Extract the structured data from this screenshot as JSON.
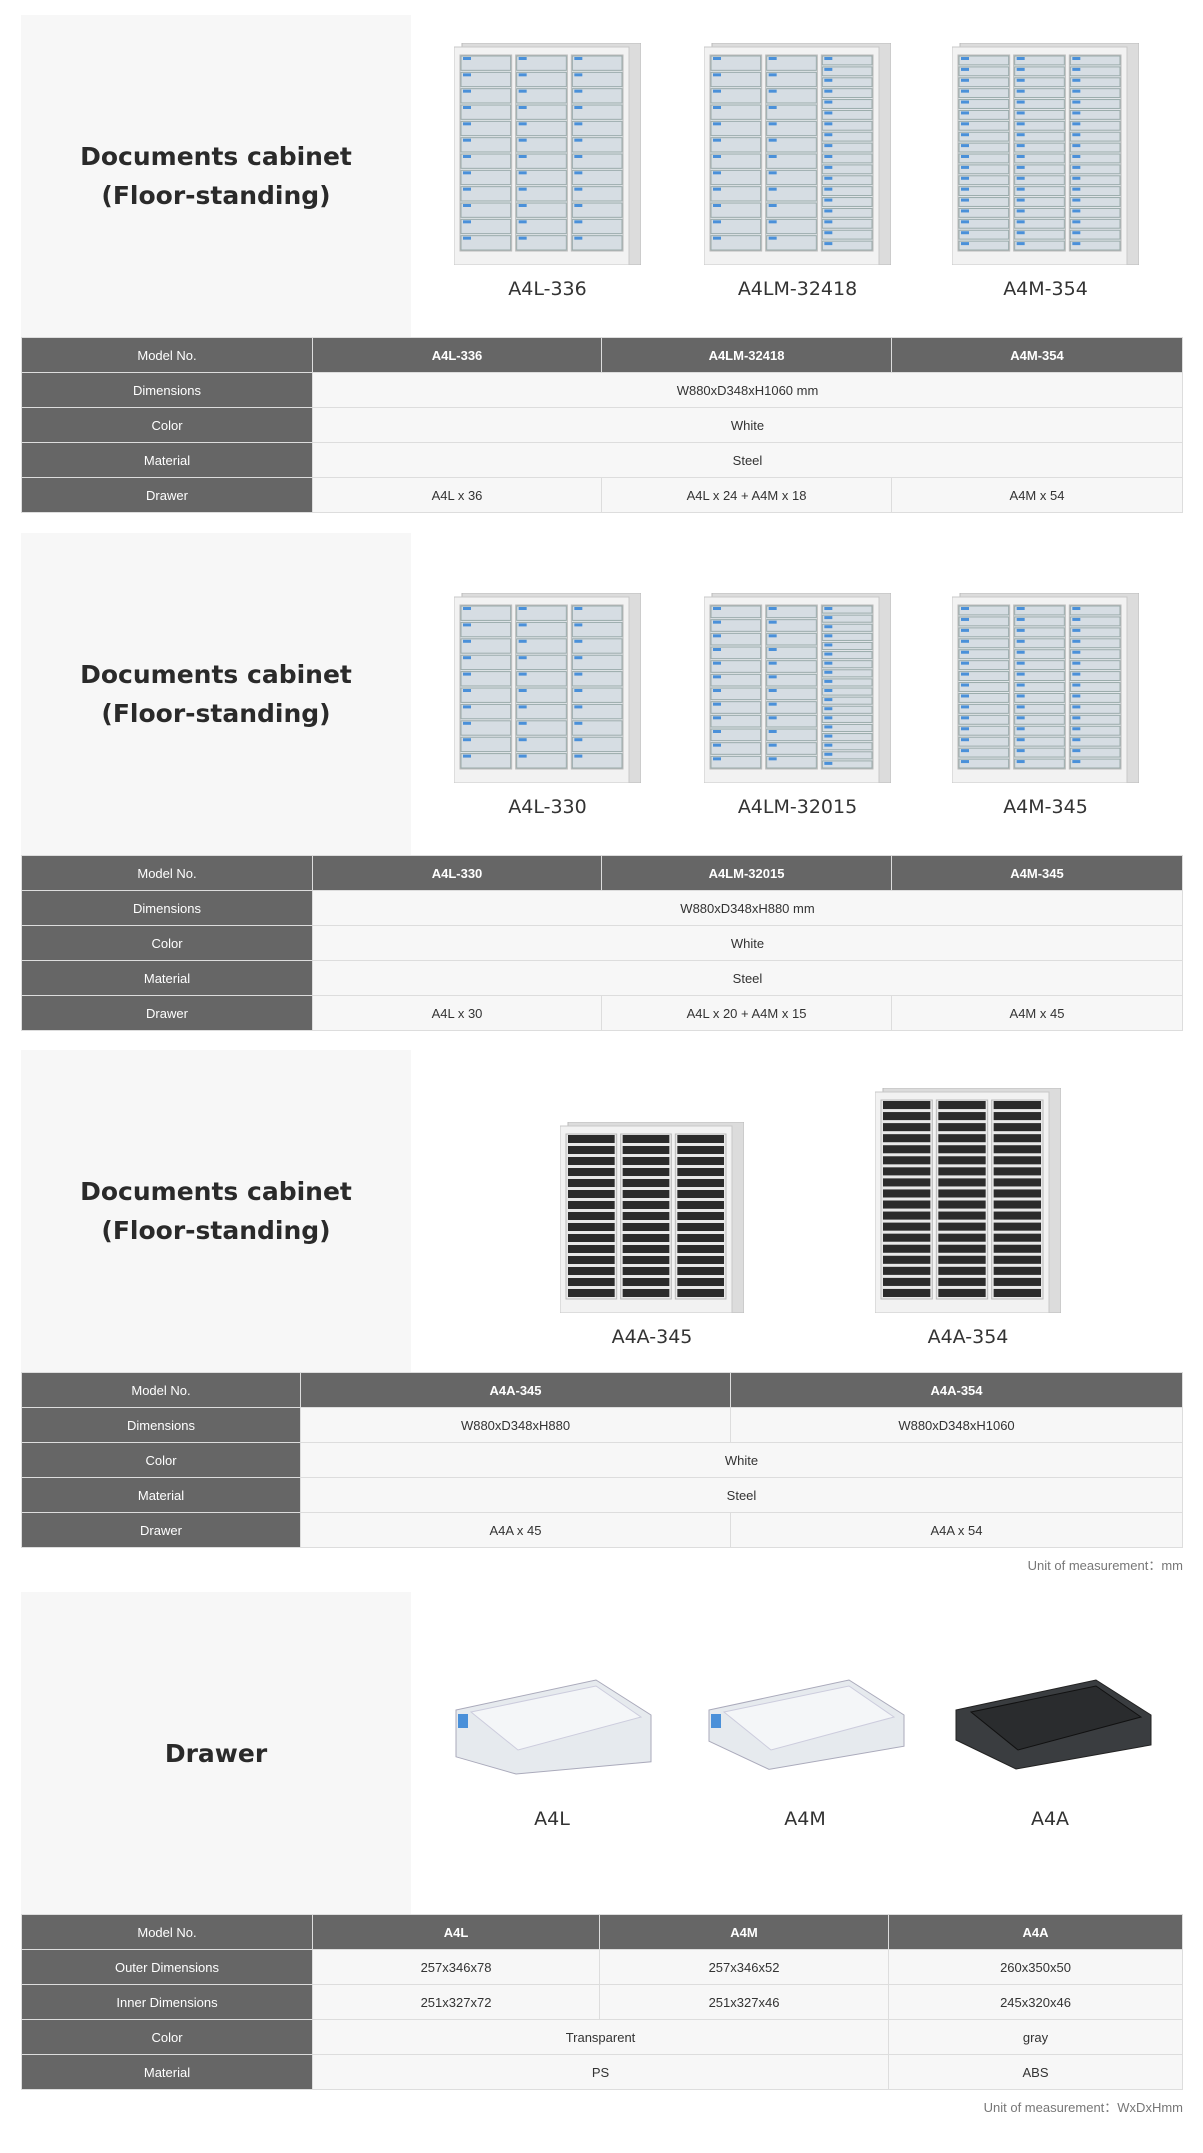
{
  "sections": [
    {
      "title": "Documents cabinet\n(Floor-standing)",
      "products": [
        {
          "name": "A4L-336"
        },
        {
          "name": "A4LM-32418"
        },
        {
          "name": "A4M-354"
        }
      ],
      "table": {
        "model_label": "Model No.",
        "models": [
          "A4L-336",
          "A4LM-32418",
          "A4M-354"
        ],
        "dimensions_label": "Dimensions",
        "dimensions": "W880xD348xH1060 mm",
        "color_label": "Color",
        "color": "White",
        "material_label": "Material",
        "material": "Steel",
        "drawer_label": "Drawer",
        "drawers": [
          "A4L x 36",
          "A4L x 24 + A4M x 18",
          "A4M x 54"
        ]
      }
    },
    {
      "title": "Documents cabinet\n(Floor-standing)",
      "products": [
        {
          "name": "A4L-330"
        },
        {
          "name": "A4LM-32015"
        },
        {
          "name": "A4M-345"
        }
      ],
      "table": {
        "model_label": "Model No.",
        "models": [
          "A4L-330",
          "A4LM-32015",
          "A4M-345"
        ],
        "dimensions_label": "Dimensions",
        "dimensions": "W880xD348xH880 mm",
        "color_label": "Color",
        "color": "White",
        "material_label": "Material",
        "material": "Steel",
        "drawer_label": "Drawer",
        "drawers": [
          "A4L x 30",
          "A4L x 20 + A4M x 15",
          "A4M x 45"
        ]
      }
    },
    {
      "title": "Documents cabinet\n(Floor-standing)",
      "products": [
        {
          "name": "A4A-345"
        },
        {
          "name": "A4A-354"
        }
      ],
      "table": {
        "model_label": "Model No.",
        "models": [
          "A4A-345",
          "A4A-354"
        ],
        "dimensions_label": "Dimensions",
        "dimensions": [
          "W880xD348xH880",
          "W880xD348xH1060"
        ],
        "color_label": "Color",
        "color": "White",
        "material_label": "Material",
        "material": "Steel",
        "drawer_label": "Drawer",
        "drawers": [
          "A4A x 45",
          "A4A x 54"
        ]
      },
      "unit": "Unit of measurement：mm"
    },
    {
      "title": "Drawer",
      "products": [
        {
          "name": "A4L"
        },
        {
          "name": "A4M"
        },
        {
          "name": "A4A"
        }
      ],
      "table": {
        "model_label": "Model No.",
        "models": [
          "A4L",
          "A4M",
          "A4A"
        ],
        "outer_label": "Outer Dimensions",
        "outer": [
          "257x346x78",
          "257x346x52",
          "260x350x50"
        ],
        "inner_label": "Inner Dimensions",
        "inner": [
          "251x327x72",
          "251x327x46",
          "245x320x46"
        ],
        "color_label": "Color",
        "color": [
          "Transparent",
          "gray"
        ],
        "material_label": "Material",
        "material": [
          "PS",
          "ABS"
        ]
      },
      "unit": "Unit of measurement：WxDxHmm"
    }
  ]
}
